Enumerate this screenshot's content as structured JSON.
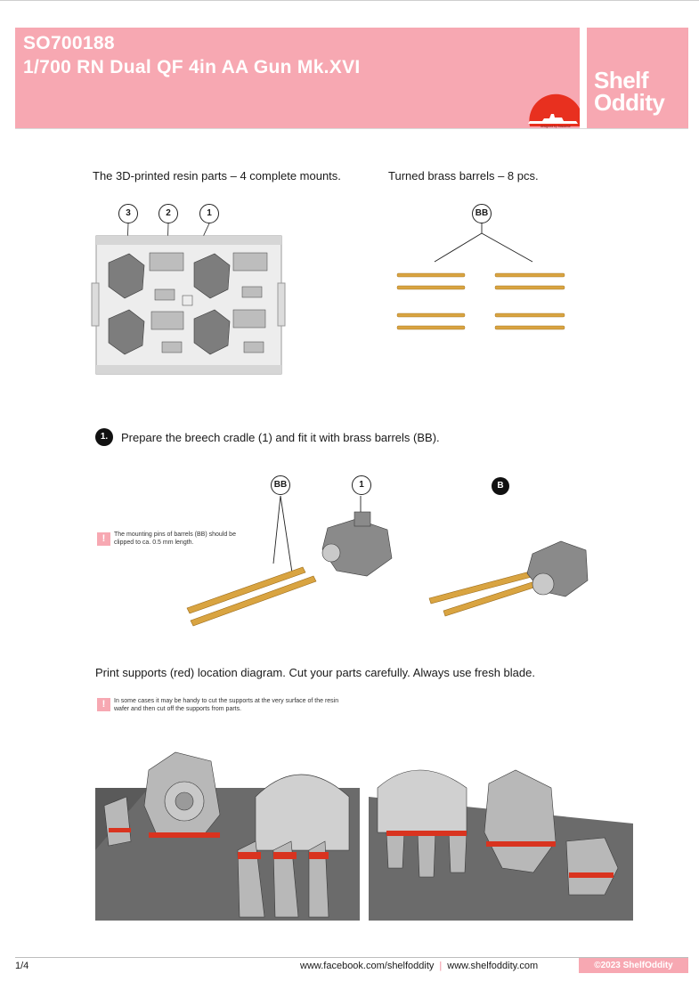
{
  "header": {
    "code": "SO700188",
    "title": "1/700 RN Dual QF 4in AA Gun Mk.XVI",
    "designed_by": "designed by blacanse",
    "logo_line1": "Shelf",
    "logo_line2": "Oddity"
  },
  "parts": {
    "resin_caption": "The 3D-printed resin parts – 4 complete mounts.",
    "brass_caption": "Turned brass barrels – 8 pcs.",
    "callouts": [
      "3",
      "2",
      "1"
    ],
    "brass_callout": "BB"
  },
  "step1": {
    "number": "1.",
    "text": "Prepare the breech cradle (1) and fit it with brass barrels (BB).",
    "callout_bb": "BB",
    "callout_1": "1",
    "callout_b": "B",
    "warn_icon": "!",
    "note": "The mounting pins of barrels (BB) should be clipped to ca. 0.5 mm length."
  },
  "supports": {
    "caption": "Print supports (red) location diagram. Cut your parts carefully. Always use fresh blade.",
    "warn_icon": "!",
    "note": "In some cases it may be handy to cut the supports at the very surface of the resin wafer and then cut off the supports from parts."
  },
  "footer": {
    "page": "1/4",
    "facebook": "www.facebook.com/shelfoddity",
    "separator": "|",
    "website": "www.shelfoddity.com",
    "copyright": "©2023 ShelfOddity"
  },
  "colors": {
    "brand_pink": "#f7a8b2",
    "support_red": "#d9331f",
    "brass": "#d9a441",
    "resin_grey": "#8a8a8a"
  }
}
